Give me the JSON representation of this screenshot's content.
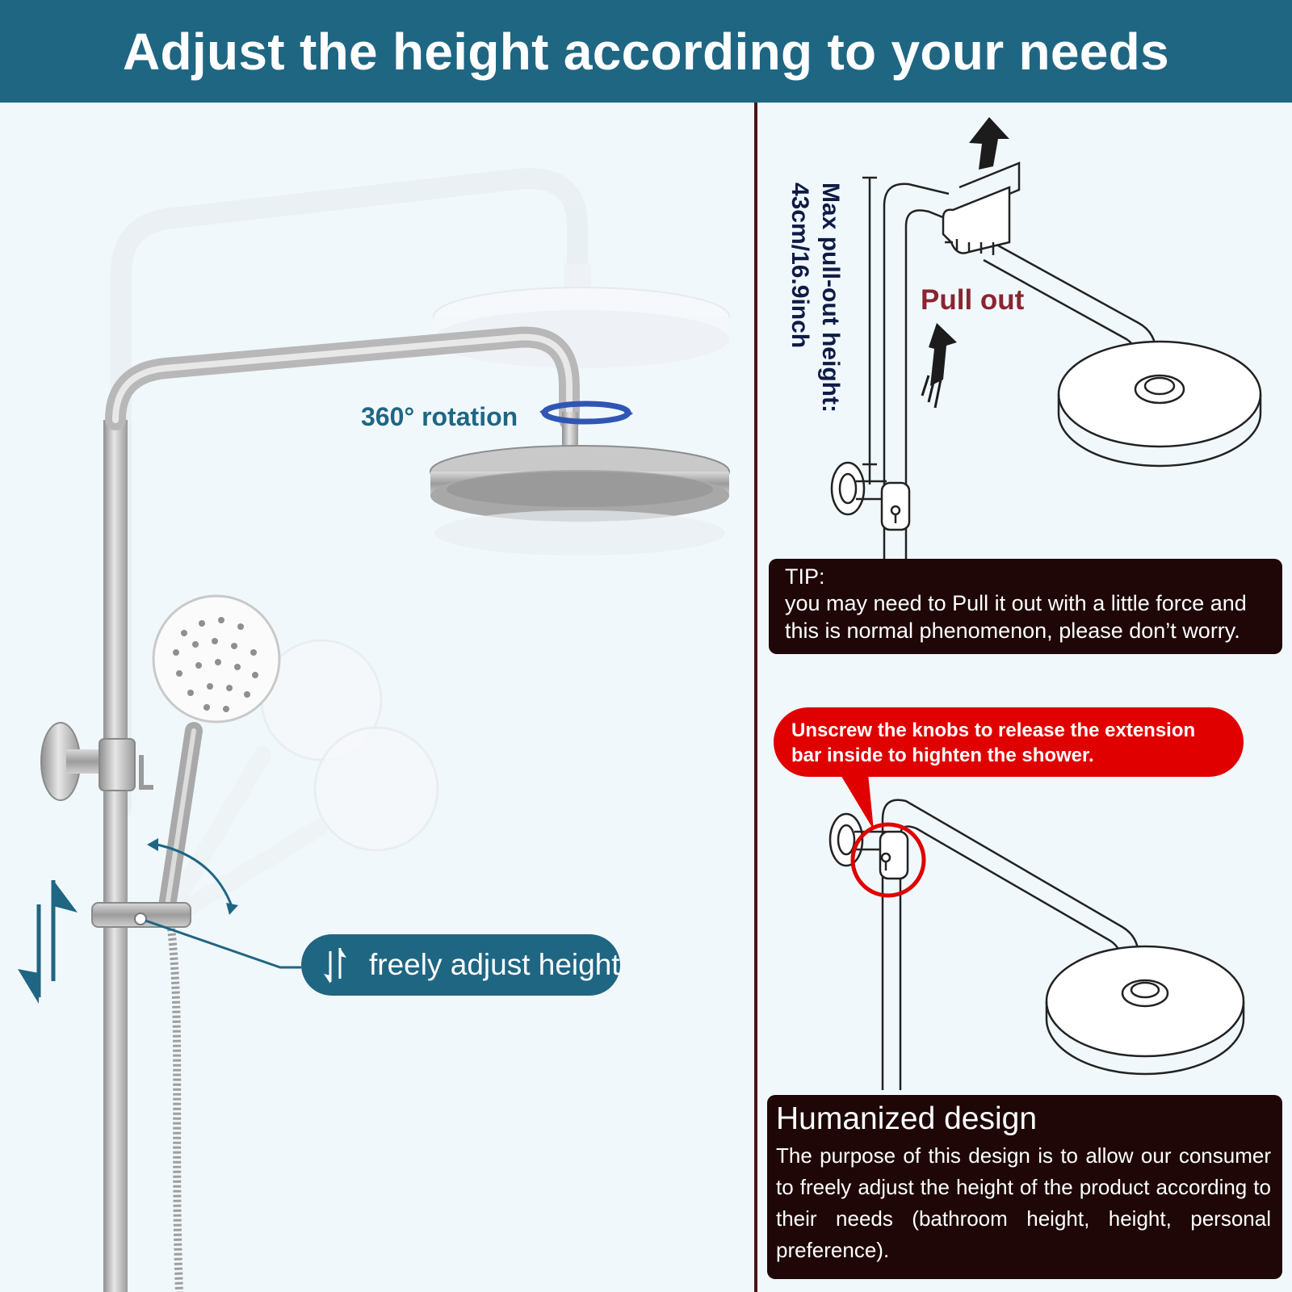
{
  "banner": {
    "title": "Adjust the height according to your needs"
  },
  "left_panel": {
    "rotation_label": "360° rotation",
    "adjust_label": "freely adjust height",
    "icons": [
      "rotation-arrows-icon",
      "up-down-arrows-icon",
      "swing-arc-icon"
    ]
  },
  "right_panel": {
    "measure_label_line1": "Max pull-out height:",
    "measure_label_line2": "43cm/16.9inch",
    "pull_label": "Pull out",
    "tip": {
      "title": "TIP:",
      "body": "you may need to Pull it out with a little force and this is normal phenomenon, please don’t worry."
    },
    "knob_callout": "Unscrew the knobs to release the extension bar inside to highten the shower.",
    "humanized": {
      "title": "Humanized design",
      "body": "The purpose of this design is to allow our consumer to freely adjust the height of the product according to their needs (bathroom height, height, personal preference)."
    }
  },
  "colors": {
    "banner": "#1f6683",
    "background": "#f1f8fc",
    "accent_blue": "#1f6683",
    "dark_box": "#1f0707",
    "divider": "#4e1313",
    "callout_red": "#e00000",
    "pull_text": "#8b2530",
    "measure_text": "#0f1b45"
  }
}
